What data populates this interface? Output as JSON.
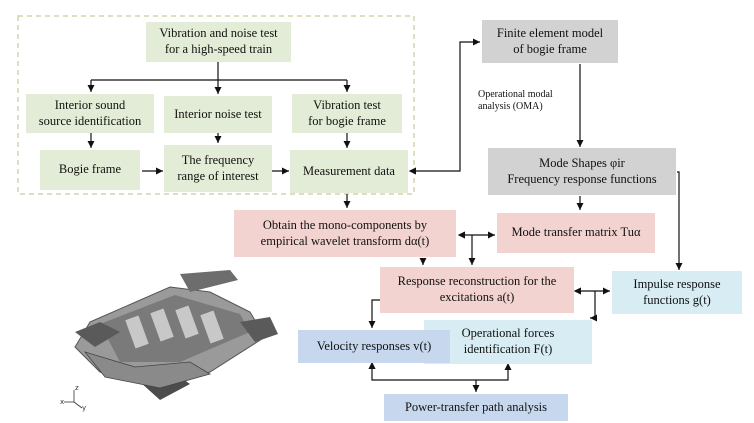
{
  "nodes": {
    "vibration_noise_test": [
      "Vibration and noise test",
      "for a high-speed train"
    ],
    "interior_sound_source": [
      "Interior sound",
      "source identification"
    ],
    "interior_noise_test": "Interior noise test",
    "vibration_test_bogie": [
      "Vibration test",
      "for bogie frame"
    ],
    "bogie_frame": "Bogie frame",
    "frequency_range": [
      "The frequency",
      "range of interest"
    ],
    "measurement_data": "Measurement data",
    "fe_model": [
      "Finite element model",
      "of bogie frame"
    ],
    "oma": [
      "Operational modal",
      "analysis (OMA)"
    ],
    "mode_shapes": [
      "Mode Shapes φir",
      "Frequency response functions"
    ],
    "mono_components": [
      "Obtain the mono-components by",
      "empirical wavelet transform dα(t)"
    ],
    "mode_transfer": "Mode transfer matrix Tuα",
    "response_reconstruction": [
      "Response reconstruction for the",
      "excitations a(t)"
    ],
    "impulse_response": [
      "Impulse response",
      "functions g(t)"
    ],
    "velocity_responses": "Velocity responses v(t)",
    "operational_forces": [
      "Operational forces",
      "identification F(t)"
    ],
    "power_transfer": "Power-transfer path analysis"
  },
  "colors": {
    "green": "#e3ecd6",
    "gray": "#d2d2d2",
    "pink": "#f2d3d0",
    "cyan": "#d8ecf3",
    "blue": "#c6d7ee",
    "dashed_border": "#c9c99a"
  },
  "image": {
    "description": "bogie-frame-3d-render",
    "axis_labels": [
      "x",
      "z",
      "y"
    ]
  }
}
